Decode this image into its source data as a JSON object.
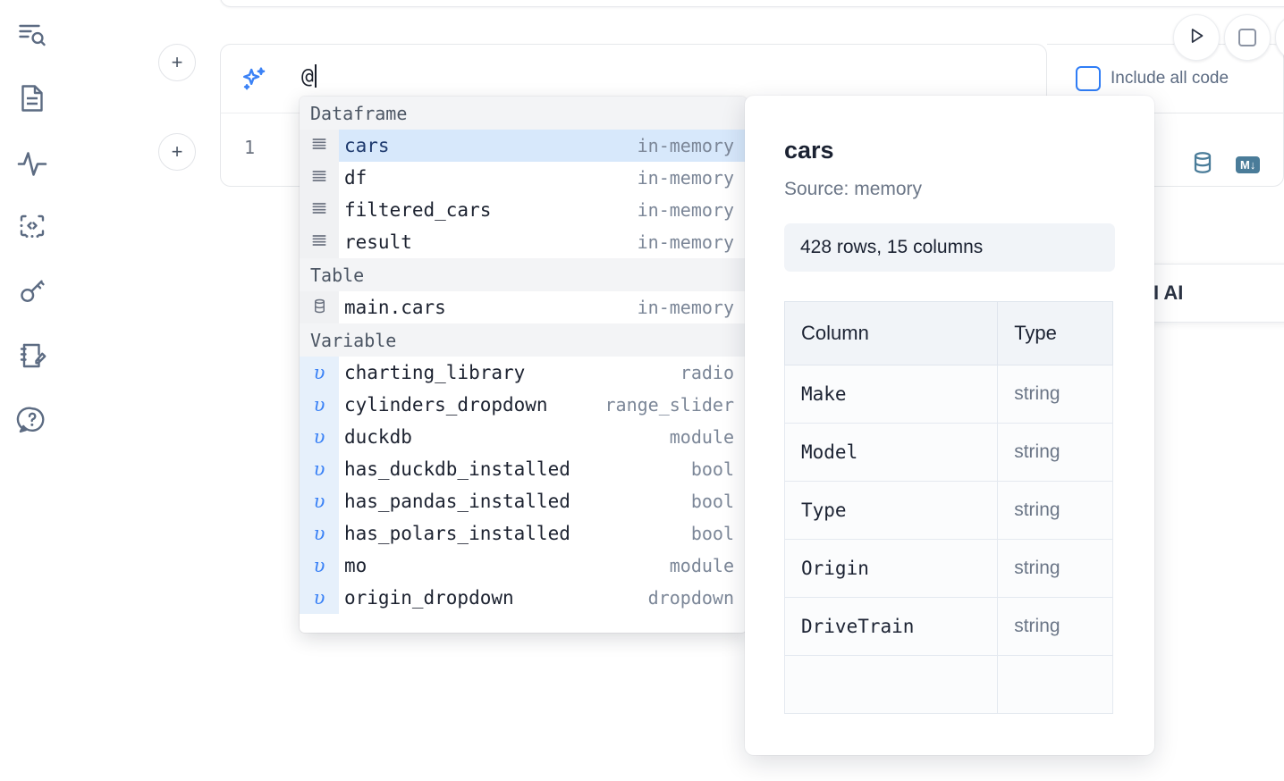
{
  "sidebar": {
    "items": [
      {
        "icon": "outline-search-icon",
        "name": "sidebar-item-explore"
      },
      {
        "icon": "document-icon",
        "name": "sidebar-item-notebook"
      },
      {
        "icon": "activity-pulse-icon",
        "name": "sidebar-item-activity"
      },
      {
        "icon": "code-snippet-icon",
        "name": "sidebar-item-snippets"
      },
      {
        "icon": "key-icon",
        "name": "sidebar-item-secrets"
      },
      {
        "icon": "scratchpad-edit-icon",
        "name": "sidebar-item-scratchpad"
      },
      {
        "icon": "help-chat-icon",
        "name": "sidebar-item-help"
      }
    ]
  },
  "toolbar": {
    "run_label": "run-cell",
    "stop_label": "stop-cell",
    "add_cell_label": "+"
  },
  "ai_cell": {
    "prompt_value": "@",
    "sparkle_icon": "ai-sparkle-icon",
    "include_all_code_label": "Include all code",
    "include_all_code_checked": false
  },
  "code_cell": {
    "line_number": "1",
    "db_icon": "database-icon",
    "markdown_badge": "M↓"
  },
  "ai_pill": {
    "label": "I AI"
  },
  "autocomplete": {
    "groups": [
      {
        "label": "Dataframe",
        "kind": "df",
        "icon": "dataframe-lines-icon",
        "items": [
          {
            "name": "cars",
            "meta": "in-memory",
            "selected": true
          },
          {
            "name": "df",
            "meta": "in-memory",
            "selected": false
          },
          {
            "name": "filtered_cars",
            "meta": "in-memory",
            "selected": false
          },
          {
            "name": "result",
            "meta": "in-memory",
            "selected": false
          }
        ]
      },
      {
        "label": "Table",
        "kind": "tbl",
        "icon": "database-icon",
        "items": [
          {
            "name": "main.cars",
            "meta": "in-memory",
            "selected": false
          }
        ]
      },
      {
        "label": "Variable",
        "kind": "var",
        "icon": "variable-upsilon-icon",
        "items": [
          {
            "name": "charting_library",
            "meta": "radio",
            "selected": false
          },
          {
            "name": "cylinders_dropdown",
            "meta": "range_slider",
            "selected": false
          },
          {
            "name": "duckdb",
            "meta": "module",
            "selected": false
          },
          {
            "name": "has_duckdb_installed",
            "meta": "bool",
            "selected": false
          },
          {
            "name": "has_pandas_installed",
            "meta": "bool",
            "selected": false
          },
          {
            "name": "has_polars_installed",
            "meta": "bool",
            "selected": false
          },
          {
            "name": "mo",
            "meta": "module",
            "selected": false
          },
          {
            "name": "origin_dropdown",
            "meta": "dropdown",
            "selected": false
          }
        ]
      }
    ]
  },
  "detail": {
    "title": "cars",
    "source": "Source: memory",
    "shape": "428 rows, 15 columns",
    "table": {
      "headers": [
        "Column",
        "Type"
      ],
      "rows": [
        [
          "Make",
          "string"
        ],
        [
          "Model",
          "string"
        ],
        [
          "Type",
          "string"
        ],
        [
          "Origin",
          "string"
        ],
        [
          "DriveTrain",
          "string"
        ]
      ]
    }
  },
  "colors": {
    "accent": "#3b82f6",
    "selected_row": "#d7e8fb",
    "variable_gutter": "#e6f0fb",
    "group_header": "#f3f4f6",
    "steel": "#4a7c99"
  }
}
